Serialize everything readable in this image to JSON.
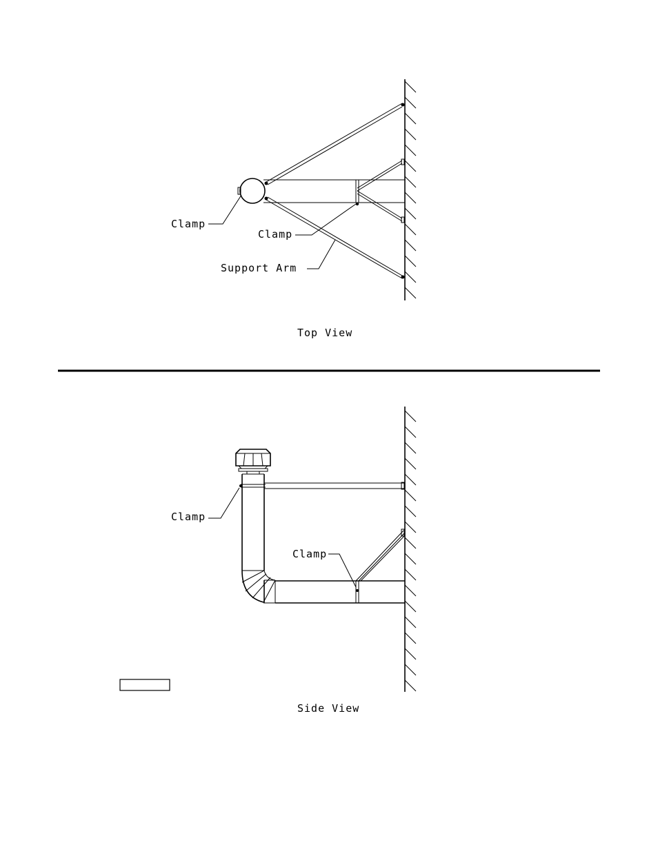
{
  "top_view": {
    "caption": "Top View",
    "labels": {
      "clamp_pipe": "Clamp",
      "clamp_bracket": "Clamp",
      "support_arm": "Support Arm"
    }
  },
  "side_view": {
    "caption": "Side View",
    "labels": {
      "clamp_upper": "Clamp",
      "clamp_lower": "Clamp"
    }
  }
}
